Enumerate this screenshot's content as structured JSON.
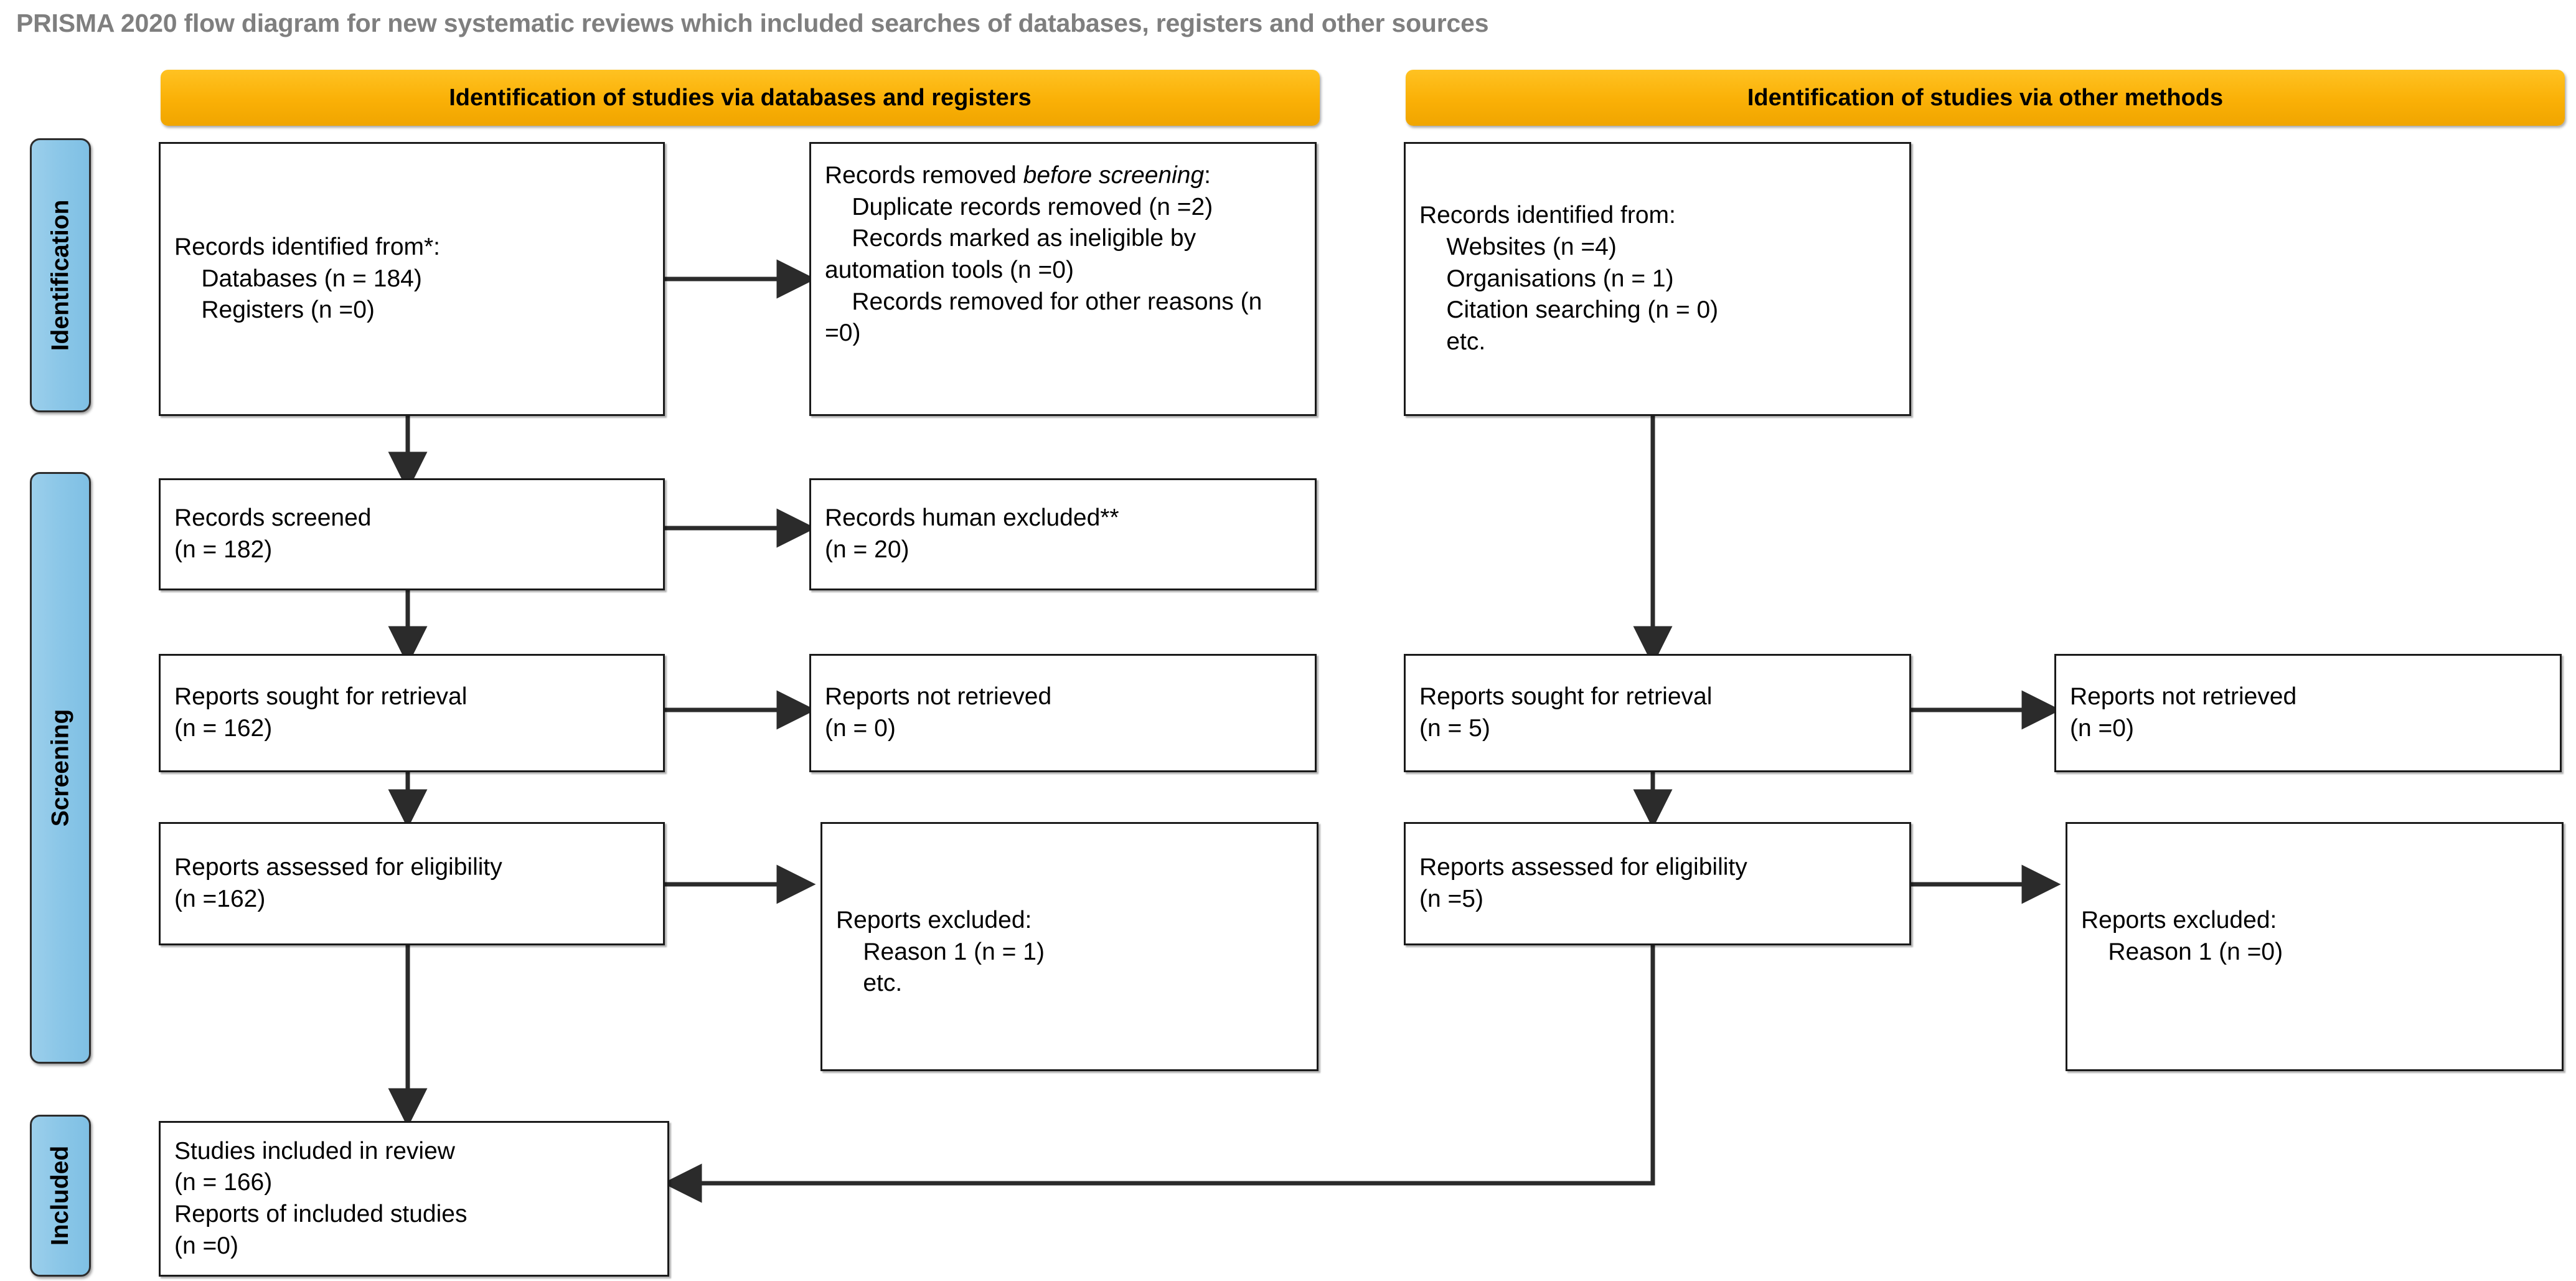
{
  "page": {
    "title": "PRISMA 2020 flow diagram for new systematic reviews which included searches of databases, registers and other sources",
    "title_color": "#7f7f7f",
    "background": "#ffffff"
  },
  "colors": {
    "banner_fill": "#FAB006",
    "stage_fill": "#8CC7E8",
    "box_border": "#1a1a1a",
    "connector": "#333333"
  },
  "banners": [
    {
      "id": "databases-registers",
      "label": "Identification of studies via databases and registers"
    },
    {
      "id": "other-methods",
      "label": "Identification of studies via other methods"
    }
  ],
  "stages": [
    {
      "id": "identification",
      "label": "Identification"
    },
    {
      "id": "screening",
      "label": "Screening"
    },
    {
      "id": "included",
      "label": "Included"
    }
  ],
  "boxes": {
    "records_identified_db": {
      "title": "Records identified from*:",
      "lines": [
        "Databases (n = 184)",
        "Registers (n =0)"
      ],
      "text": "Records identified from*:\n    Databases (n = 184)\n    Registers (n =0)"
    },
    "records_removed": {
      "title": "Records removed before screening:",
      "italic_part": "before screening",
      "lines": [
        "Duplicate records removed (n =2)",
        "Records marked as ineligible by automation tools (n =0)",
        "Records removed for other reasons (n =0)"
      ]
    },
    "records_screened": {
      "text": "Records screened\n(n = 182)",
      "label": "Records screened",
      "count": "(n = 182)"
    },
    "records_excluded": {
      "text": "Records human excluded**\n(n = 20)",
      "label": "Records human excluded**",
      "count": "(n = 20)"
    },
    "reports_sought_db": {
      "text": "Reports sought for retrieval\n(n = 162)",
      "label": "Reports sought for retrieval",
      "count": "(n = 162)"
    },
    "reports_not_retrieved_db": {
      "text": "Reports not retrieved\n(n = 0)",
      "label": "Reports not retrieved",
      "count": "(n = 0)"
    },
    "reports_assessed_db": {
      "text": "Reports assessed for eligibility\n(n =162)",
      "label": "Reports assessed for eligibility",
      "count": "(n =162)"
    },
    "reports_excluded_db": {
      "text": "Reports excluded:\n    Reason 1 (n = 1)\n    etc.",
      "label": "Reports excluded:",
      "reasons": [
        "Reason 1 (n = 1)",
        "etc."
      ]
    },
    "studies_included": {
      "text": "Studies included in review\n(n = 166)\nReports of included studies\n(n =0)",
      "lines": [
        "Studies included in review",
        "(n = 166)",
        "Reports of included studies",
        "(n =0)"
      ]
    },
    "records_identified_other": {
      "title": "Records identified from:",
      "text": "Records identified from:\n    Websites (n =4)\n    Organisations (n = 1)\n    Citation searching (n = 0)\n    etc.",
      "lines": [
        "Websites (n =4)",
        "Organisations (n = 1)",
        "Citation searching (n = 0)",
        "etc."
      ]
    },
    "reports_sought_other": {
      "text": "Reports sought for retrieval\n(n = 5)",
      "label": "Reports sought for retrieval",
      "count": "(n = 5)"
    },
    "reports_not_retrieved_other": {
      "text": "Reports not retrieved\n(n =0)",
      "label": "Reports not retrieved",
      "count": "(n =0)"
    },
    "reports_assessed_other": {
      "text": "Reports assessed for eligibility\n(n =5)",
      "label": "Reports assessed for eligibility",
      "count": "(n =5)"
    },
    "reports_excluded_other": {
      "text": "Reports excluded:\n    Reason 1 (n =0)",
      "label": "Reports excluded:",
      "reasons": [
        "Reason 1 (n =0)"
      ]
    }
  },
  "chart_data": {
    "type": "diagram",
    "title": "PRISMA 2020 flow diagram for new systematic reviews which included searches of databases, registers and other sources",
    "nodes": [
      {
        "id": "records_identified_db",
        "stage": "Identification",
        "column": "databases-registers",
        "value": 184,
        "secondary": 0
      },
      {
        "id": "records_removed",
        "stage": "Identification",
        "column": "databases-registers",
        "duplicates": 2,
        "ineligible_automation": 0,
        "other_reasons": 0
      },
      {
        "id": "records_screened",
        "stage": "Screening",
        "column": "databases-registers",
        "value": 182
      },
      {
        "id": "records_excluded",
        "stage": "Screening",
        "column": "databases-registers",
        "value": 20
      },
      {
        "id": "reports_sought_db",
        "stage": "Screening",
        "column": "databases-registers",
        "value": 162
      },
      {
        "id": "reports_not_retrieved_db",
        "stage": "Screening",
        "column": "databases-registers",
        "value": 0
      },
      {
        "id": "reports_assessed_db",
        "stage": "Screening",
        "column": "databases-registers",
        "value": 162
      },
      {
        "id": "reports_excluded_db",
        "stage": "Screening",
        "column": "databases-registers",
        "reason_1": 1
      },
      {
        "id": "records_identified_other",
        "stage": "Identification",
        "column": "other-methods",
        "websites": 4,
        "organisations": 1,
        "citation_searching": 0
      },
      {
        "id": "reports_sought_other",
        "stage": "Screening",
        "column": "other-methods",
        "value": 5
      },
      {
        "id": "reports_not_retrieved_other",
        "stage": "Screening",
        "column": "other-methods",
        "value": 0
      },
      {
        "id": "reports_assessed_other",
        "stage": "Screening",
        "column": "other-methods",
        "value": 5
      },
      {
        "id": "reports_excluded_other",
        "stage": "Screening",
        "column": "other-methods",
        "reason_1": 0
      },
      {
        "id": "studies_included",
        "stage": "Included",
        "column": "databases-registers",
        "studies": 166,
        "reports": 0
      }
    ],
    "edges": [
      {
        "from": "records_identified_db",
        "to": "records_removed",
        "dir": "right"
      },
      {
        "from": "records_identified_db",
        "to": "records_screened",
        "dir": "down"
      },
      {
        "from": "records_screened",
        "to": "records_excluded",
        "dir": "right"
      },
      {
        "from": "records_screened",
        "to": "reports_sought_db",
        "dir": "down"
      },
      {
        "from": "reports_sought_db",
        "to": "reports_not_retrieved_db",
        "dir": "right"
      },
      {
        "from": "reports_sought_db",
        "to": "reports_assessed_db",
        "dir": "down"
      },
      {
        "from": "reports_assessed_db",
        "to": "reports_excluded_db",
        "dir": "right"
      },
      {
        "from": "reports_assessed_db",
        "to": "studies_included",
        "dir": "down"
      },
      {
        "from": "records_identified_other",
        "to": "reports_sought_other",
        "dir": "down"
      },
      {
        "from": "reports_sought_other",
        "to": "reports_not_retrieved_other",
        "dir": "right"
      },
      {
        "from": "reports_sought_other",
        "to": "reports_assessed_other",
        "dir": "down"
      },
      {
        "from": "reports_assessed_other",
        "to": "reports_excluded_other",
        "dir": "right"
      },
      {
        "from": "reports_assessed_other",
        "to": "studies_included",
        "dir": "elbow-left"
      }
    ]
  }
}
